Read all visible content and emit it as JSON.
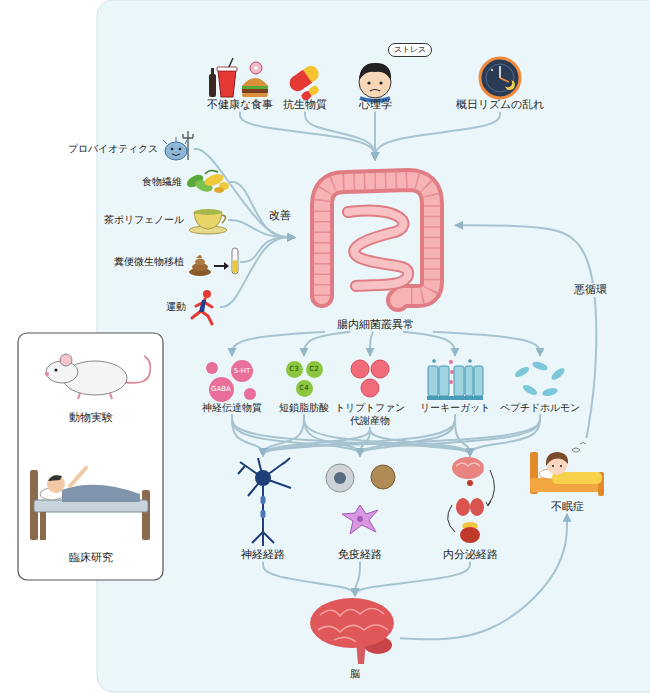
{
  "diagram": {
    "nodes": [
      {
        "text": [
          "不健康な食事"
        ]
      },
      {
        "text": [
          "抗生物質"
        ]
      },
      {
        "text": [
          "心理学"
        ]
      },
      {
        "text": [
          "ストレス"
        ],
        "in": 2
      },
      {
        "text": [
          "概日リズムの乱れ"
        ]
      },
      {
        "text": [
          "プロバイオティクス"
        ]
      },
      {
        "text": [
          "食物繊維"
        ]
      },
      {
        "text": [
          "茶ポリフェノール"
        ]
      },
      {
        "text": [
          "糞便微生物移植"
        ]
      },
      {
        "text": [
          "運動"
        ]
      },
      {
        "text": [
          "腸内細菌叢異常"
        ]
      },
      {
        "text": [
          "神経伝達物質"
        ]
      },
      {
        "text": [
          "5-HT"
        ],
        "in": 11
      },
      {
        "text": [
          "GABA"
        ],
        "in": 11
      },
      {
        "text": [
          "短鎖脂肪酸"
        ]
      },
      {
        "text": [
          "C3"
        ],
        "in": 14
      },
      {
        "text": [
          "C2"
        ],
        "in": 14
      },
      {
        "text": [
          "C4"
        ],
        "in": 14
      },
      {
        "text": [
          "トリプトファン 代謝産物"
        ]
      },
      {
        "text": [
          "リーキーガット"
        ]
      },
      {
        "text": [
          "ペプチドホルモン"
        ]
      },
      {
        "text": [
          "神経経路"
        ]
      },
      {
        "text": [
          "免疫経路"
        ]
      },
      {
        "text": [
          "内分泌経路"
        ]
      },
      {
        "text": [
          "脳"
        ]
      },
      {
        "text": [
          "不眠症"
        ]
      },
      {
        "text": [
          "動物実験",
          "臨床研究"
        ]
      }
    ],
    "edges": [
      {
        "from": 0,
        "to": 10,
        "arrow": "to"
      },
      {
        "from": 1,
        "to": 10,
        "arrow": "to"
      },
      {
        "from": 2,
        "to": 10,
        "arrow": "to"
      },
      {
        "from": 4,
        "to": 10,
        "arrow": "to"
      },
      {
        "from": 5,
        "to": 10,
        "arrow": "to"
      },
      {
        "from": 6,
        "to": 10,
        "arrow": "to"
      },
      {
        "from": 7,
        "to": 10,
        "label": "改善",
        "arrow": "to"
      },
      {
        "from": 8,
        "to": 10,
        "arrow": "to"
      },
      {
        "from": 9,
        "to": 10,
        "arrow": "to"
      },
      {
        "from": 10,
        "to": 11,
        "arrow": "to"
      },
      {
        "from": 10,
        "to": 14,
        "arrow": "to"
      },
      {
        "from": 10,
        "to": 18,
        "arrow": "to"
      },
      {
        "from": 10,
        "to": 19,
        "arrow": "to"
      },
      {
        "from": 10,
        "to": 20,
        "arrow": "to"
      },
      {
        "from": 11,
        "to": 21,
        "arrow": "to"
      },
      {
        "from": 11,
        "to": 22,
        "arrow": "to"
      },
      {
        "from": 11,
        "to": 23,
        "arrow": "to"
      },
      {
        "from": 14,
        "to": 21,
        "arrow": "to"
      },
      {
        "from": 14,
        "to": 22,
        "arrow": "to"
      },
      {
        "from": 14,
        "to": 23,
        "arrow": "to"
      },
      {
        "from": 18,
        "to": 21,
        "arrow": "to"
      },
      {
        "from": 18,
        "to": 22,
        "arrow": "to"
      },
      {
        "from": 18,
        "to": 23,
        "arrow": "to"
      },
      {
        "from": 19,
        "to": 21,
        "arrow": "to"
      },
      {
        "from": 19,
        "to": 22,
        "arrow": "to"
      },
      {
        "from": 19,
        "to": 23,
        "arrow": "to"
      },
      {
        "from": 20,
        "to": 21,
        "arrow": "to"
      },
      {
        "from": 20,
        "to": 22,
        "arrow": "to"
      },
      {
        "from": 20,
        "to": 23,
        "arrow": "to"
      },
      {
        "from": 21,
        "to": 24,
        "arrow": "to"
      },
      {
        "from": 22,
        "to": 24,
        "arrow": "to"
      },
      {
        "from": 23,
        "to": 24,
        "arrow": "to"
      },
      {
        "from": 24,
        "to": 25,
        "arrow": "to"
      },
      {
        "from": 25,
        "to": 10,
        "label": "悪循環",
        "arrow": "to"
      }
    ]
  }
}
